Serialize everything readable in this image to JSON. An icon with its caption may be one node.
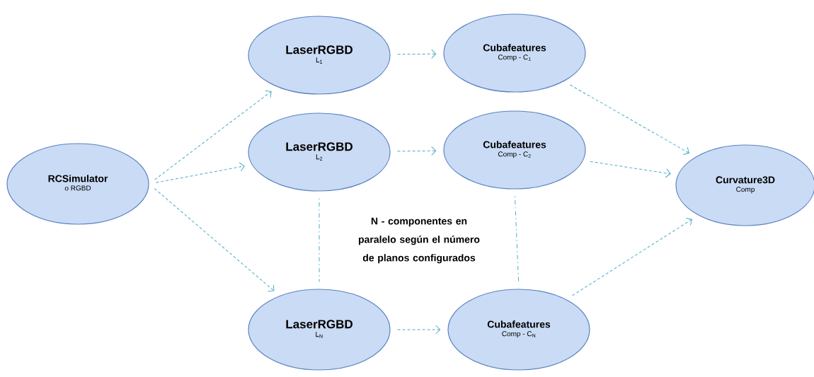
{
  "diagram": {
    "nodes": [
      {
        "text": [
          "RCSimulator",
          "o RGBD"
        ]
      },
      {
        "text": [
          "LaserRGBD",
          "L$_{1}$"
        ]
      },
      {
        "text": [
          "Cubafeatures",
          "Comp - C$_{1}$"
        ]
      },
      {
        "text": [
          "LaserRGBD",
          "L$_{2}$"
        ]
      },
      {
        "text": [
          "Cubafeatures",
          "Comp - C$_{2}$"
        ]
      },
      {
        "text": [
          "LaserRGBD",
          "L$_{N}$"
        ]
      },
      {
        "text": [
          "Cubafeatures",
          "Comp - C$_{N}$"
        ]
      },
      {
        "text": [
          "Curvature3D",
          "Comp"
        ]
      }
    ],
    "edges": [
      {
        "from": 0,
        "to": 1,
        "arrow": "to",
        "style": "dashed"
      },
      {
        "from": 0,
        "to": 3,
        "arrow": "to",
        "style": "dashed"
      },
      {
        "from": 0,
        "to": 5,
        "arrow": "to",
        "style": "dashed"
      },
      {
        "from": 1,
        "to": 2,
        "arrow": "to",
        "style": "dashed"
      },
      {
        "from": 3,
        "to": 4,
        "arrow": "to",
        "style": "dashed"
      },
      {
        "from": 5,
        "to": 6,
        "arrow": "to",
        "style": "dashed"
      },
      {
        "from": 2,
        "to": 7,
        "arrow": "to",
        "style": "dashed"
      },
      {
        "from": 4,
        "to": 7,
        "arrow": "to",
        "style": "dashed"
      },
      {
        "from": 6,
        "to": 7,
        "arrow": "to",
        "style": "dashed"
      },
      {
        "from": 3,
        "to": 5,
        "arrow": "none",
        "style": "dashed"
      },
      {
        "from": 4,
        "to": 6,
        "arrow": "none",
        "style": "dashed"
      }
    ],
    "labels": [
      "N - componentes en paralelo según el número de planos configurados"
    ]
  }
}
